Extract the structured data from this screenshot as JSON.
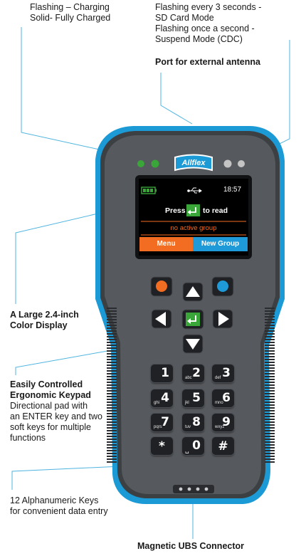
{
  "callouts": {
    "led_left": [
      "Flashing – Charging",
      "Solid- Fully Charged"
    ],
    "led_right": [
      "Flashing every 3 seconds -",
      "SD Card Mode",
      "Flashing once a second -",
      "Suspend Mode (CDC)"
    ],
    "antenna": "Port for external antenna",
    "display": [
      "A Large 2.4-inch",
      "Color Display"
    ],
    "keypad_title": [
      "Easily Controlled",
      "Ergonomic Keypad"
    ],
    "keypad_desc": [
      "Directional pad with",
      "an ENTER key and two",
      "soft keys for multiple",
      "functions"
    ],
    "alnum": [
      "12 Alphanumeric Keys",
      "for convenient data entry"
    ],
    "connector": "Magnetic UBS Connector"
  },
  "device": {
    "logo": "Allflex",
    "status_bar": {
      "time": "18:57",
      "usb_icon": "usb-icon",
      "battery_icon": "battery-icon"
    },
    "prompt_before": "Press",
    "prompt_after": "to read",
    "group_status": "no active group",
    "softkey_left": "Menu",
    "softkey_right": "New Group",
    "keys": [
      {
        "num": "1",
        "sub": ""
      },
      {
        "num": "2",
        "sub": "abc"
      },
      {
        "num": "3",
        "sub": "def"
      },
      {
        "num": "4",
        "sub": "ghi"
      },
      {
        "num": "5",
        "sub": "jkl"
      },
      {
        "num": "6",
        "sub": "mno"
      },
      {
        "num": "7",
        "sub": "pqrs"
      },
      {
        "num": "8",
        "sub": "tuv"
      },
      {
        "num": "9",
        "sub": "wxyz"
      },
      {
        "num": "*",
        "sub": ""
      },
      {
        "num": "0",
        "sub": "␣"
      },
      {
        "num": "#",
        "sub": ""
      }
    ]
  },
  "colors": {
    "body_blue": "#1c9ad6",
    "body_gray": "#56595d",
    "screen_bg": "#000000",
    "orange": "#f26d21",
    "blue_softkey": "#1e9ad8",
    "enter_green": "#3aa63a",
    "led_green": "#3aa63a",
    "led_gray": "#c4c4c4",
    "callout_line": "#4fb4e0"
  }
}
